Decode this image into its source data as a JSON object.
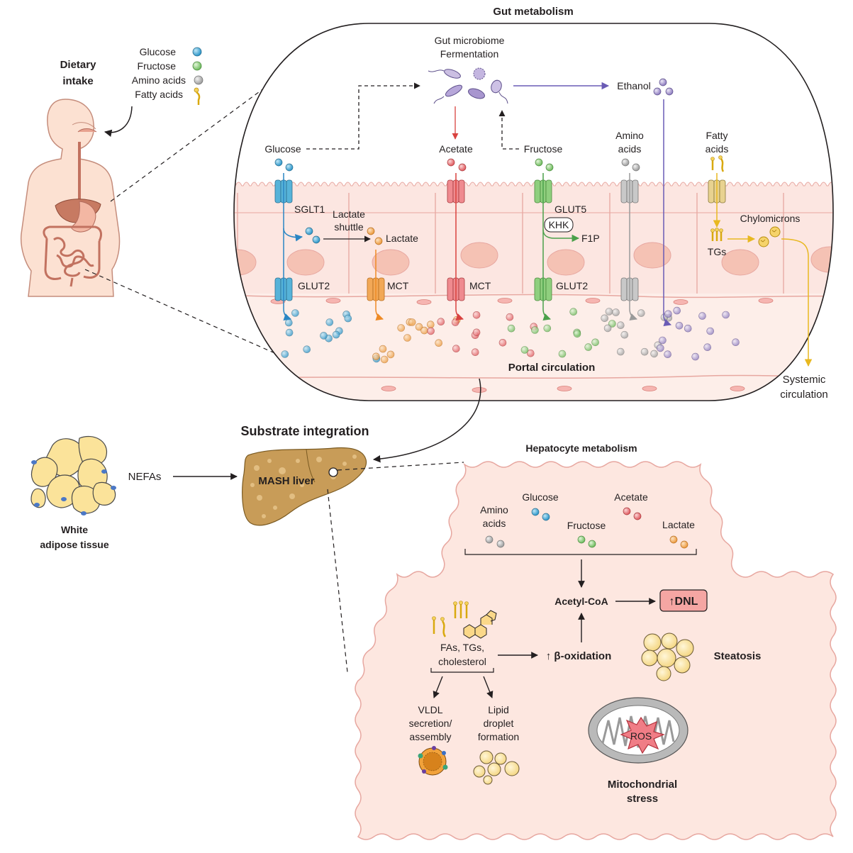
{
  "titles": {
    "gut": "Gut metabolism",
    "substrate": "Substrate integration",
    "hepatocyte": "Hepatocyte metabolism"
  },
  "dietary": {
    "title_line1": "Dietary",
    "title_line2": "intake",
    "legend": [
      {
        "label": "Glucose",
        "color": "#56b3d9"
      },
      {
        "label": "Fructose",
        "color": "#8fcf7e"
      },
      {
        "label": "Amino acids",
        "color": "#c8c8c8"
      },
      {
        "label": "Fatty acids",
        "color": "#e8b820"
      }
    ]
  },
  "gut": {
    "microbiome_line1": "Gut microbiome",
    "microbiome_line2": "Fermentation",
    "ethanol": "Ethanol",
    "glucose": "Glucose",
    "acetate": "Acetate",
    "fructose": "Fructose",
    "amino_line1": "Amino",
    "amino_line2": "acids",
    "fatty_line1": "Fatty",
    "fatty_line2": "acids",
    "sglt1": "SGLT1",
    "lactate_shuttle_line1": "Lactate",
    "lactate_shuttle_line2": "shuttle",
    "lactate": "Lactate",
    "glut5": "GLUT5",
    "khk": "KHK",
    "f1p": "F1P",
    "chylomicrons": "Chylomicrons",
    "tgs": "TGs",
    "glut2_a": "GLUT2",
    "mct_a": "MCT",
    "mct_b": "MCT",
    "glut2_b": "GLUT2",
    "portal": "Portal circulation",
    "systemic_line1": "Systemic",
    "systemic_line2": "circulation"
  },
  "liver": {
    "label": "MASH liver",
    "nefas": "NEFAs",
    "wat_line1": "White",
    "wat_line2": "adipose tissue"
  },
  "hepatocyte": {
    "amino_line1": "Amino",
    "amino_line2": "acids",
    "glucose": "Glucose",
    "fructose": "Fructose",
    "acetate": "Acetate",
    "lactate": "Lactate",
    "acetyl_coa": "Acetyl-CoA",
    "dnl": "↑DNL",
    "lipids_line1": "FAs, TGs,",
    "lipids_line2": "cholesterol",
    "beta_ox": "↑ β-oxidation",
    "steatosis": "Steatosis",
    "vldl_line1": "VLDL",
    "vldl_line2": "secretion/",
    "vldl_line3": "assembly",
    "lipid_line1": "Lipid",
    "lipid_line2": "droplet",
    "lipid_line3": "formation",
    "ros": "ROS",
    "mito_line1": "Mitochondrial",
    "mito_line2": "stress"
  },
  "colors": {
    "glucose": "#56b3d9",
    "fructose": "#8fcf7e",
    "amino": "#c8c8c8",
    "fatty": "#e8b820",
    "acetate": "#ef8a8f",
    "lactate": "#f2a857",
    "ethanol": "#b5a6d2",
    "tissue": "#fde7e0",
    "cell_line": "#e7a7a0",
    "liver": "#c79a52"
  }
}
